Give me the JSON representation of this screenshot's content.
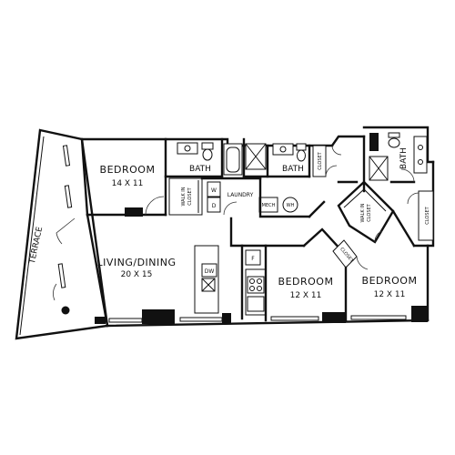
{
  "rooms": {
    "bedroom_1": {
      "name": "BEDROOM",
      "size": "14 X 11"
    },
    "bedroom_2": {
      "name": "BEDROOM",
      "size": "12 X 11"
    },
    "bedroom_3": {
      "name": "BEDROOM",
      "size": "12 X 11"
    },
    "living": {
      "name": "LIVING/DINING",
      "size": "20 X 15"
    },
    "bath_1": "BATH",
    "bath_2": "BATH",
    "bath_3": "BATH",
    "terrace": "TERRACE",
    "laundry": "LAUNDRY",
    "mech": "MECH",
    "wh": "WH",
    "closet_1": "CLOSET",
    "closet_2": "CLOSET",
    "closet_3": "CLOSET",
    "walk_in_1": [
      "WALK IN",
      "CLOSET"
    ],
    "walk_in_2": [
      "WALK IN",
      "CLOSET"
    ]
  },
  "fixtures": {
    "washer": "W",
    "dryer": "D",
    "fridge": "F",
    "dishwasher": "DW"
  }
}
